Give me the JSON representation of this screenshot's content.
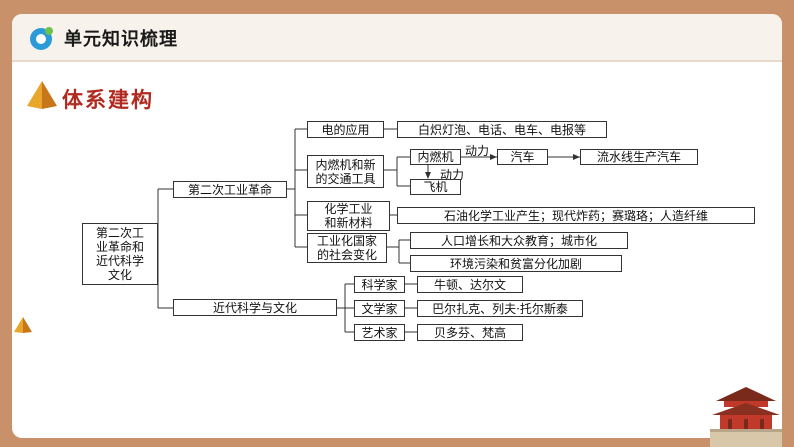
{
  "header": {
    "title": "单元知识梳理"
  },
  "section": {
    "title": "体系建构"
  },
  "diagram": {
    "root": "第二次工\n业革命和\n近代科学\n文化",
    "branch1": "第二次工业革命",
    "branch2": "近代科学与文化",
    "b1": {
      "electric": {
        "label": "电的应用",
        "result": "白炽灯泡、电话、电车、电报等"
      },
      "engine": {
        "label": "内燃机和新\n的交通工具",
        "engine_node": "内燃机",
        "car": "汽车",
        "assembly": "流水线生产汽车",
        "plane": "飞机",
        "power_label_1": "动力",
        "power_label_2": "动力"
      },
      "chemical": {
        "label": "化学工业\n和新材料",
        "result": "石油化学工业产生；现代炸药；赛璐珞；人造纤维"
      },
      "society": {
        "label": "工业化国家\n的社会变化",
        "result1": "人口增长和大众教育；城市化",
        "result2": "环境污染和贫富分化加剧"
      }
    },
    "b2": {
      "science": {
        "label": "科学家",
        "result": "牛顿、达尔文"
      },
      "literature": {
        "label": "文学家",
        "result": "巴尔扎克、列夫·托尔斯泰"
      },
      "art": {
        "label": "艺术家",
        "result": "贝多芬、梵高"
      }
    }
  }
}
